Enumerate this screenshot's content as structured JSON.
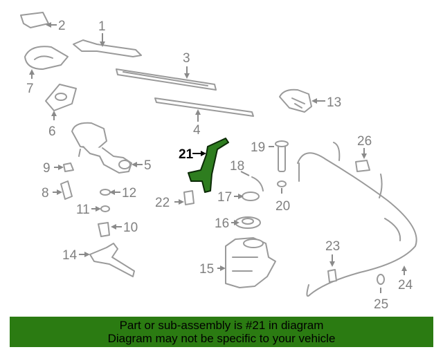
{
  "diagram": {
    "highlighted_part": "21",
    "colors": {
      "highlight": "#2e7d1f",
      "banner": "#2b7b12",
      "parts": "#9a9a9a"
    },
    "labels": [
      "1",
      "2",
      "3",
      "4",
      "5",
      "6",
      "7",
      "8",
      "9",
      "10",
      "11",
      "12",
      "13",
      "14",
      "15",
      "16",
      "17",
      "18",
      "19",
      "20",
      "21",
      "22",
      "23",
      "24",
      "25",
      "26"
    ]
  },
  "banner": {
    "line1": "Part or sub-assembly is #21 in diagram",
    "line2": "Diagram may not be specific to your vehicle"
  }
}
